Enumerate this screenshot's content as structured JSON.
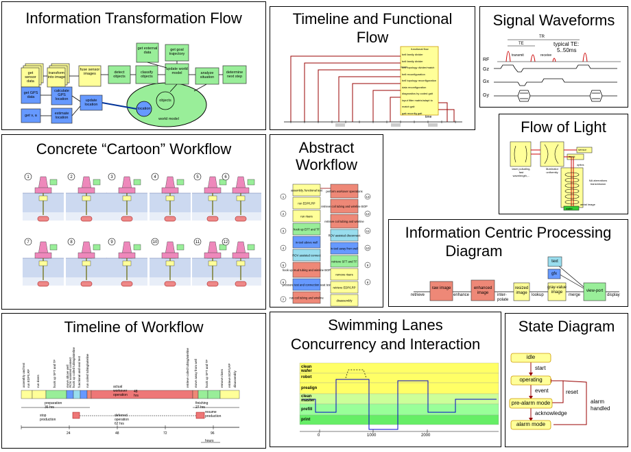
{
  "colors": {
    "yellow": "#ffff99",
    "green": "#99ee99",
    "blue": "#6699ff",
    "pink": "#ee99cc",
    "red": "#dd3333",
    "darkred": "#990000",
    "brightgreen": "#33cc33",
    "cyan": "#99ddee"
  },
  "panels": {
    "info_flow": {
      "title": "Information Transformation Flow",
      "nodes": [
        "get sensor data",
        "transform into image",
        "fuse sensor images",
        "detect objects",
        "classify objects",
        "get external data",
        "get goal trajectory",
        "update world model",
        "analyze situation",
        "determine next step",
        "get GPS data",
        "calculate GPS location",
        "get v, a",
        "estimate location",
        "update location",
        "objects",
        "location",
        "world model"
      ]
    },
    "timeline_func": {
      "title": "Timeline and Functional Flow",
      "list_header": "functional flow",
      "items": [
        "bell family divider",
        "bell family divider",
        "bell topology divider/match",
        "bell reconfiguration",
        "bell topology reconfiguration",
        "data reconfiguration",
        "diagnostics by coded gait",
        "input filter matrix/adapt to match gait",
        "gait reconfig gait"
      ],
      "time_label": "time"
    },
    "signal": {
      "title": "Signal Waveforms",
      "tr_label": "TR",
      "te_label": "TE",
      "typical1": "typical TE:",
      "typical2": "5..50ms",
      "transmit": "transmit",
      "receive": "receive",
      "rows": [
        "RF",
        "Gz",
        "Gx",
        "Gy"
      ]
    },
    "light": {
      "title": "Flow of Light",
      "labels": [
        "laser pulsating, fast wavelength,...",
        "illuminator uniformity",
        "NA aberrations transmission",
        "aerial image",
        "wafer",
        "sensor",
        "mask",
        "optics"
      ]
    },
    "cartoon": {
      "title": "Concrete “Cartoon” Workflow",
      "steps": [
        "1",
        "2",
        "3",
        "4",
        "5",
        "6",
        "7",
        "8",
        "9",
        "10",
        "11",
        "12"
      ]
    },
    "abstract": {
      "title1": "Abstract",
      "title2": "Workflow",
      "left": [
        "assembly, functional test",
        "run EDP/LRP",
        "run risers",
        "hook up EFT and TF",
        "in-tool above well",
        "ROV assisted connect",
        "hook up mud tubing and wireline BOP",
        "pressure test and connection seat test",
        "run coil tubing and wireline"
      ],
      "right": [
        "perform workover operations",
        "retrieve coil tubing and wireline BOP",
        "retrieve coil tubing and wireline",
        "ROV assisted disconnect",
        "in-tool away from well",
        "retrieve SFT and TF",
        "remove risers",
        "retrieve EDP/LRP",
        "disassembly"
      ],
      "left_nums": [
        "1",
        "2",
        "3",
        "4",
        "5",
        "6",
        "7"
      ],
      "right_nums": [
        "13",
        "12",
        "11",
        "10",
        "9",
        "8"
      ]
    },
    "icpd": {
      "title1": "Information Centric Processing",
      "title2": "Diagram",
      "nodes": [
        "raw image",
        "enhanced image",
        "resized image",
        "gray-value image",
        "view-port",
        "text",
        "gfx"
      ],
      "edges": [
        "retrieve",
        "enhance",
        "inter-polate",
        "lookup",
        "merge",
        "display"
      ]
    },
    "timeline_wf": {
      "title": "Timeline of Workflow",
      "vlabels": [
        "assembly and test",
        "run EDP/LRP",
        "run risers",
        "hook up SFT and TF",
        "move above well",
        "ROV assisted connect",
        "hook up coiled tubing/wireline",
        "functional and seal test",
        "run coiled tubing/wireline",
        "retrieve coiled tubing/wireline",
        "move away from well",
        "hook up SFT and TF",
        "remove risers",
        "retrieve EDP/LRP",
        "disassembly"
      ],
      "bar_label1": "actual workover operation",
      "bar_label2": "48 hrs",
      "prep": "preparation 36 hrs",
      "finishing": "finishing 27 hrs",
      "stop": "stop production",
      "deferred": "deferred operation 62 hrs",
      "resume": "resume production",
      "ticks": [
        "24",
        "48",
        "72",
        "96"
      ],
      "axis": "hours"
    },
    "swim": {
      "title1": "Swimming Lanes",
      "title2": "Concurrency and Interaction",
      "lanes": [
        "clean wafer",
        "robot",
        "prealign",
        "clean master",
        "prefill",
        "print"
      ],
      "ticks": [
        "0",
        "1000",
        "2000"
      ]
    },
    "state": {
      "title": "State Diagram",
      "states": [
        "idle",
        "operating",
        "pre-alarm mode",
        "alarm mode"
      ],
      "transitions": [
        "start",
        "event",
        "reset",
        "acknowledge",
        "alarm handled"
      ]
    }
  }
}
